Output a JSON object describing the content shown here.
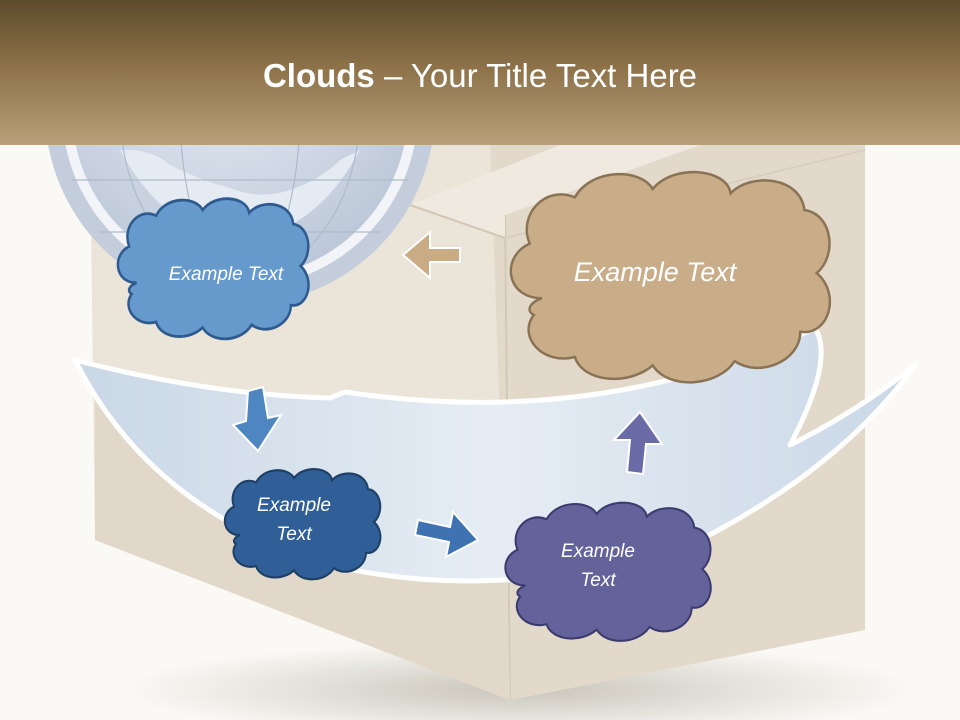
{
  "slide": {
    "title_bold": "Clouds",
    "title_rest": " – Your Title Text Here"
  },
  "clouds": [
    {
      "id": "light-blue",
      "text": "Example Text",
      "color": "#6699cc"
    },
    {
      "id": "tan",
      "text": "Example Text",
      "color": "#c8ad88"
    },
    {
      "id": "dark-blue",
      "text": "Example\nText",
      "color": "#2f5f96"
    },
    {
      "id": "purple",
      "text": "Example\nText",
      "color": "#64629a"
    }
  ],
  "colors": {
    "header": "#8c7148",
    "background": "#faf9f5",
    "box": "#e6ddd0",
    "swoosh": "#dde6ef",
    "arrow_blue": "#4e86c2",
    "arrow_tan": "#c9ac84",
    "arrow_purple": "#6a6aa6"
  }
}
